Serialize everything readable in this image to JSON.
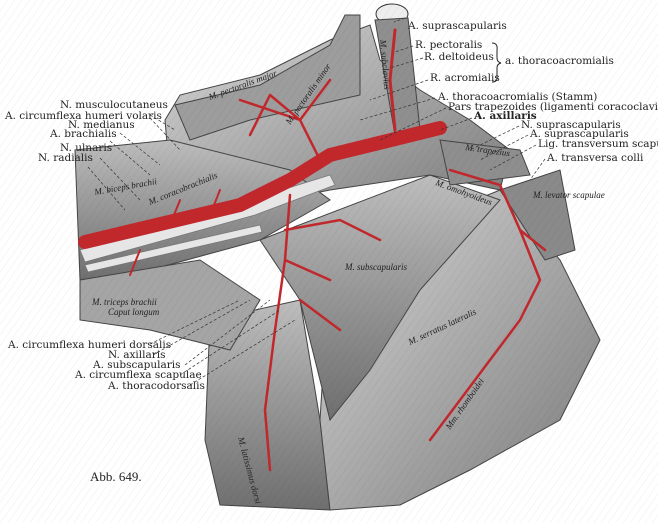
{
  "figure_caption": "Abb. 649.",
  "labels_right": {
    "a_suprascapularis_top": "A. suprascapularis",
    "r_pectoralis": "R. pectoralis",
    "r_deltoideus": "R. deltoideus",
    "r_acromialis": "R. acromialis",
    "a_thoracoacromialis": "a. thoracoacromialis",
    "a_thoracoacromialis_stamm": "A. thoracoacromialis (Stamm)",
    "pars_trapezoides": "Pars trapezoides (ligamenti coracoclavicularis)",
    "a_axillaris": "A. axillaris",
    "n_suprascapularis": "N. suprascapularis",
    "a_suprascapularis": "A. suprascapularis",
    "lig_transversum": "Lig. transversum scapulae",
    "a_transversa_colli": "A. transversa colli"
  },
  "labels_left": {
    "n_musculocutaneus": "N. musculocutaneus",
    "a_circumflexa_volaris": "A. circumflexa humeri volaris",
    "n_medianus": "N. medianus",
    "a_brachialis": "A. brachialis",
    "n_ulnaris": "N. ulnaris",
    "n_radialis": "N. radialis"
  },
  "labels_bottom": {
    "a_circumflexa_dorsalis": "A. circumflexa humeri dorsalis",
    "n_axillaris": "N. axillaris",
    "a_subscapularis": "A. subscapularis",
    "a_circumflexa_scapulae": "A. circumflexa scapulae",
    "a_thoracodorsalis": "A. thoracodorsalis"
  },
  "muscles": {
    "pectoralis_major": "M. pectoralis major",
    "pectoralis_minor": "M. pectoralis minor",
    "subclavius": "M. subclavius",
    "biceps": "M. biceps brachii",
    "coracobrachialis": "M. coracobrachialis",
    "trapezius": "M. trapezius",
    "omohyoideus": "M. omohyoideus",
    "levator": "M. levator scapulae",
    "subscapularis": "M. subscapularis",
    "triceps": "M. triceps brachii",
    "triceps_caput": "Caput longum",
    "serratus": "M. serratus lateralis",
    "rhomboidei": "Mm. rhomboidei",
    "latissimus": "M. latissimus dorsi"
  },
  "colors": {
    "artery": "#c0282c",
    "muscle": "#9a9a9a"
  }
}
